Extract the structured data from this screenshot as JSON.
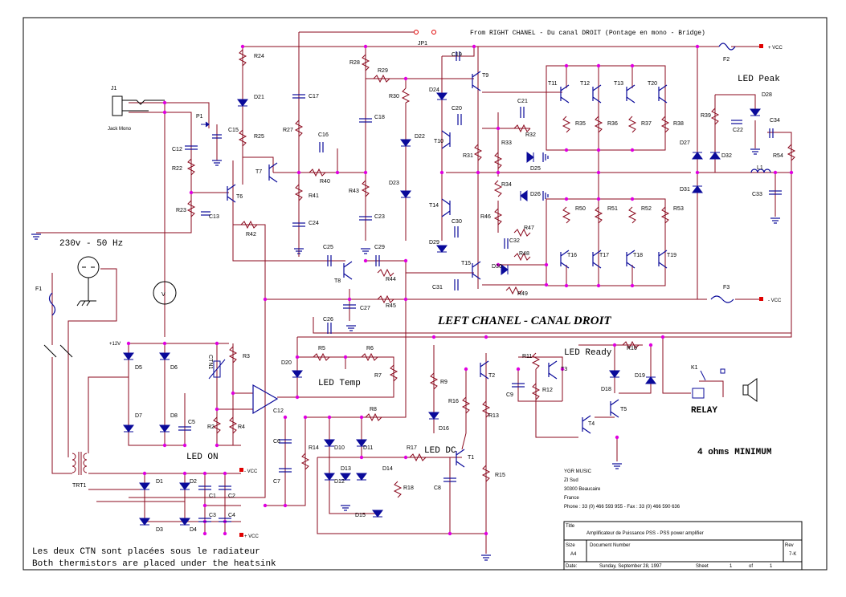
{
  "header": {
    "bridge_note": "From RIGHT CHANEL - Du canal DROIT (Pontage en mono - Bridge)",
    "jumper": "JP1"
  },
  "labels": {
    "main_title": "LEFT CHANEL - CANAL DROIT",
    "led_peak": "LED Peak",
    "led_ready": "LED Ready",
    "led_temp": "LED Temp",
    "led_on": "LED ON",
    "led_dc": "LED DC",
    "relay": "RELAY",
    "min_load": "4 ohms MINIMUM",
    "mains": "230v - 50 Hz",
    "jack": "Jack Mono",
    "plus_vcc": "+ VCC",
    "minus_vcc": "- VCC",
    "plus_12v": "+12V",
    "meter": "V",
    "note_fr": "Les deux CTN sont placées sous le radiateur",
    "note_en": "Both thermistors are placed under the heatsink"
  },
  "company": {
    "name": "YGR MUSIC",
    "street": "ZI Sud",
    "city": "30300 Beaucaire",
    "country": "France",
    "phone": "Phone : 33 (0) 466 593 955 - Fax : 33 (0) 466 590 636"
  },
  "titleblock": {
    "title_label": "Title",
    "title": "Amplificateur de Puissance PSS - PSS power amplifier",
    "size_label": "Size",
    "size": "A4",
    "docnum_label": "Document Number",
    "rev_label": "Rev",
    "rev": "7-K",
    "date_label": "Date:",
    "date": "Sunday, September 28, 1997",
    "sheet_label": "Sheet",
    "sheet": "1",
    "of_label": "of",
    "of": "1"
  },
  "components": [
    {
      "ref": "R24"
    },
    {
      "ref": "D21"
    },
    {
      "ref": "R25"
    },
    {
      "ref": "J1"
    },
    {
      "ref": "P1"
    },
    {
      "ref": "C15"
    },
    {
      "ref": "C12"
    },
    {
      "ref": "R22"
    },
    {
      "ref": "R23"
    },
    {
      "ref": "C13"
    },
    {
      "ref": "T6"
    },
    {
      "ref": "R42"
    },
    {
      "ref": "T7"
    },
    {
      "ref": "C17"
    },
    {
      "ref": "R27"
    },
    {
      "ref": "C16"
    },
    {
      "ref": "R40"
    },
    {
      "ref": "R41"
    },
    {
      "ref": "C24"
    },
    {
      "ref": "R28"
    },
    {
      "ref": "R29"
    },
    {
      "ref": "C18"
    },
    {
      "ref": "R43"
    },
    {
      "ref": "C23"
    },
    {
      "ref": "R30"
    },
    {
      "ref": "D22"
    },
    {
      "ref": "D23"
    },
    {
      "ref": "C19"
    },
    {
      "ref": "T9"
    },
    {
      "ref": "D24"
    },
    {
      "ref": "C20"
    },
    {
      "ref": "T10"
    },
    {
      "ref": "R31"
    },
    {
      "ref": "C21"
    },
    {
      "ref": "R32"
    },
    {
      "ref": "R33"
    },
    {
      "ref": "D25"
    },
    {
      "ref": "R34"
    },
    {
      "ref": "D26"
    },
    {
      "ref": "T14"
    },
    {
      "ref": "C30"
    },
    {
      "ref": "R46"
    },
    {
      "ref": "R47"
    },
    {
      "ref": "C32"
    },
    {
      "ref": "D29"
    },
    {
      "ref": "T15"
    },
    {
      "ref": "D30"
    },
    {
      "ref": "R48"
    },
    {
      "ref": "C31"
    },
    {
      "ref": "R49"
    },
    {
      "ref": "T11"
    },
    {
      "ref": "T12"
    },
    {
      "ref": "T13"
    },
    {
      "ref": "T20"
    },
    {
      "ref": "R35"
    },
    {
      "ref": "R36"
    },
    {
      "ref": "R37"
    },
    {
      "ref": "R38"
    },
    {
      "ref": "R50"
    },
    {
      "ref": "R51"
    },
    {
      "ref": "R52"
    },
    {
      "ref": "R53"
    },
    {
      "ref": "T16"
    },
    {
      "ref": "T17"
    },
    {
      "ref": "T18"
    },
    {
      "ref": "T19"
    },
    {
      "ref": "D27"
    },
    {
      "ref": "D31"
    },
    {
      "ref": "D32"
    },
    {
      "ref": "R39"
    },
    {
      "ref": "C22"
    },
    {
      "ref": "D28"
    },
    {
      "ref": "C34"
    },
    {
      "ref": "R54"
    },
    {
      "ref": "L1"
    },
    {
      "ref": "C33"
    },
    {
      "ref": "F2"
    },
    {
      "ref": "F3"
    },
    {
      "ref": "C25"
    },
    {
      "ref": "T8"
    },
    {
      "ref": "C29"
    },
    {
      "ref": "R44"
    },
    {
      "ref": "C27"
    },
    {
      "ref": "R45"
    },
    {
      "ref": "C26"
    },
    {
      "ref": "F1"
    },
    {
      "ref": "D5"
    },
    {
      "ref": "D6"
    },
    {
      "ref": "D7"
    },
    {
      "ref": "D8"
    },
    {
      "ref": "C5"
    },
    {
      "ref": "CTN1"
    },
    {
      "ref": "R3"
    },
    {
      "ref": "R2"
    },
    {
      "ref": "R4"
    },
    {
      "ref": "C12"
    },
    {
      "ref": "D20"
    },
    {
      "ref": "R5"
    },
    {
      "ref": "R6"
    },
    {
      "ref": "R7"
    },
    {
      "ref": "R8"
    },
    {
      "ref": "C6"
    },
    {
      "ref": "C7"
    },
    {
      "ref": "R14"
    },
    {
      "ref": "D10"
    },
    {
      "ref": "D11"
    },
    {
      "ref": "D12"
    },
    {
      "ref": "D13"
    },
    {
      "ref": "D14"
    },
    {
      "ref": "D15"
    },
    {
      "ref": "R17"
    },
    {
      "ref": "R18"
    },
    {
      "ref": "C8"
    },
    {
      "ref": "T1"
    },
    {
      "ref": "R9"
    },
    {
      "ref": "R16"
    },
    {
      "ref": "D16"
    },
    {
      "ref": "T2"
    },
    {
      "ref": "R13"
    },
    {
      "ref": "R15"
    },
    {
      "ref": "R11"
    },
    {
      "ref": "C9"
    },
    {
      "ref": "R12"
    },
    {
      "ref": "T3"
    },
    {
      "ref": "R10"
    },
    {
      "ref": "D18"
    },
    {
      "ref": "D19"
    },
    {
      "ref": "K1"
    },
    {
      "ref": "T4"
    },
    {
      "ref": "T5"
    },
    {
      "ref": "TRT1"
    },
    {
      "ref": "D1"
    },
    {
      "ref": "D2"
    },
    {
      "ref": "D3"
    },
    {
      "ref": "D4"
    },
    {
      "ref": "C1"
    },
    {
      "ref": "C2"
    },
    {
      "ref": "C3"
    },
    {
      "ref": "C4"
    }
  ]
}
